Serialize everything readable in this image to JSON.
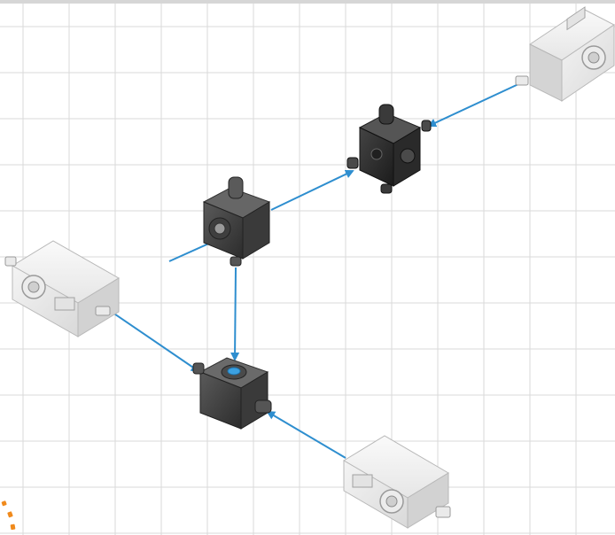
{
  "colors": {
    "background": "#ffffff",
    "grid": "#dadada",
    "top_bar": "#d6d6d6",
    "connector": "#2e8ecf",
    "splitter_light": "#3a3a3a",
    "splitter_dark": "#2a2a2a",
    "module_white": "#f1f1f1",
    "cursor_marks": "#f08a1c"
  },
  "components": [
    {
      "id": "source-module-top-right",
      "kind": "white-module",
      "icon": "fiber-module-icon"
    },
    {
      "id": "source-module-left",
      "kind": "white-module",
      "icon": "fiber-module-icon"
    },
    {
      "id": "source-module-bottom",
      "kind": "white-module",
      "icon": "fiber-module-icon"
    },
    {
      "id": "splitter-cube-top",
      "kind": "black-cube",
      "icon": "optical-cube-icon"
    },
    {
      "id": "splitter-cube-middle",
      "kind": "dark-cube",
      "icon": "optical-cube-icon"
    },
    {
      "id": "splitter-cube-bottom",
      "kind": "dark-cube",
      "icon": "optical-cube-icon"
    }
  ],
  "connections": [
    {
      "from": "source-module-top-right",
      "to": "splitter-cube-top"
    },
    {
      "from": "splitter-cube-middle",
      "to": "splitter-cube-top"
    },
    {
      "from": "splitter-cube-middle",
      "to": "splitter-cube-bottom"
    },
    {
      "from": "source-module-left",
      "to": "splitter-cube-bottom"
    },
    {
      "from": "source-module-bottom",
      "to": "splitter-cube-bottom"
    },
    {
      "from": "dangling-start",
      "to": "splitter-cube-middle"
    }
  ]
}
